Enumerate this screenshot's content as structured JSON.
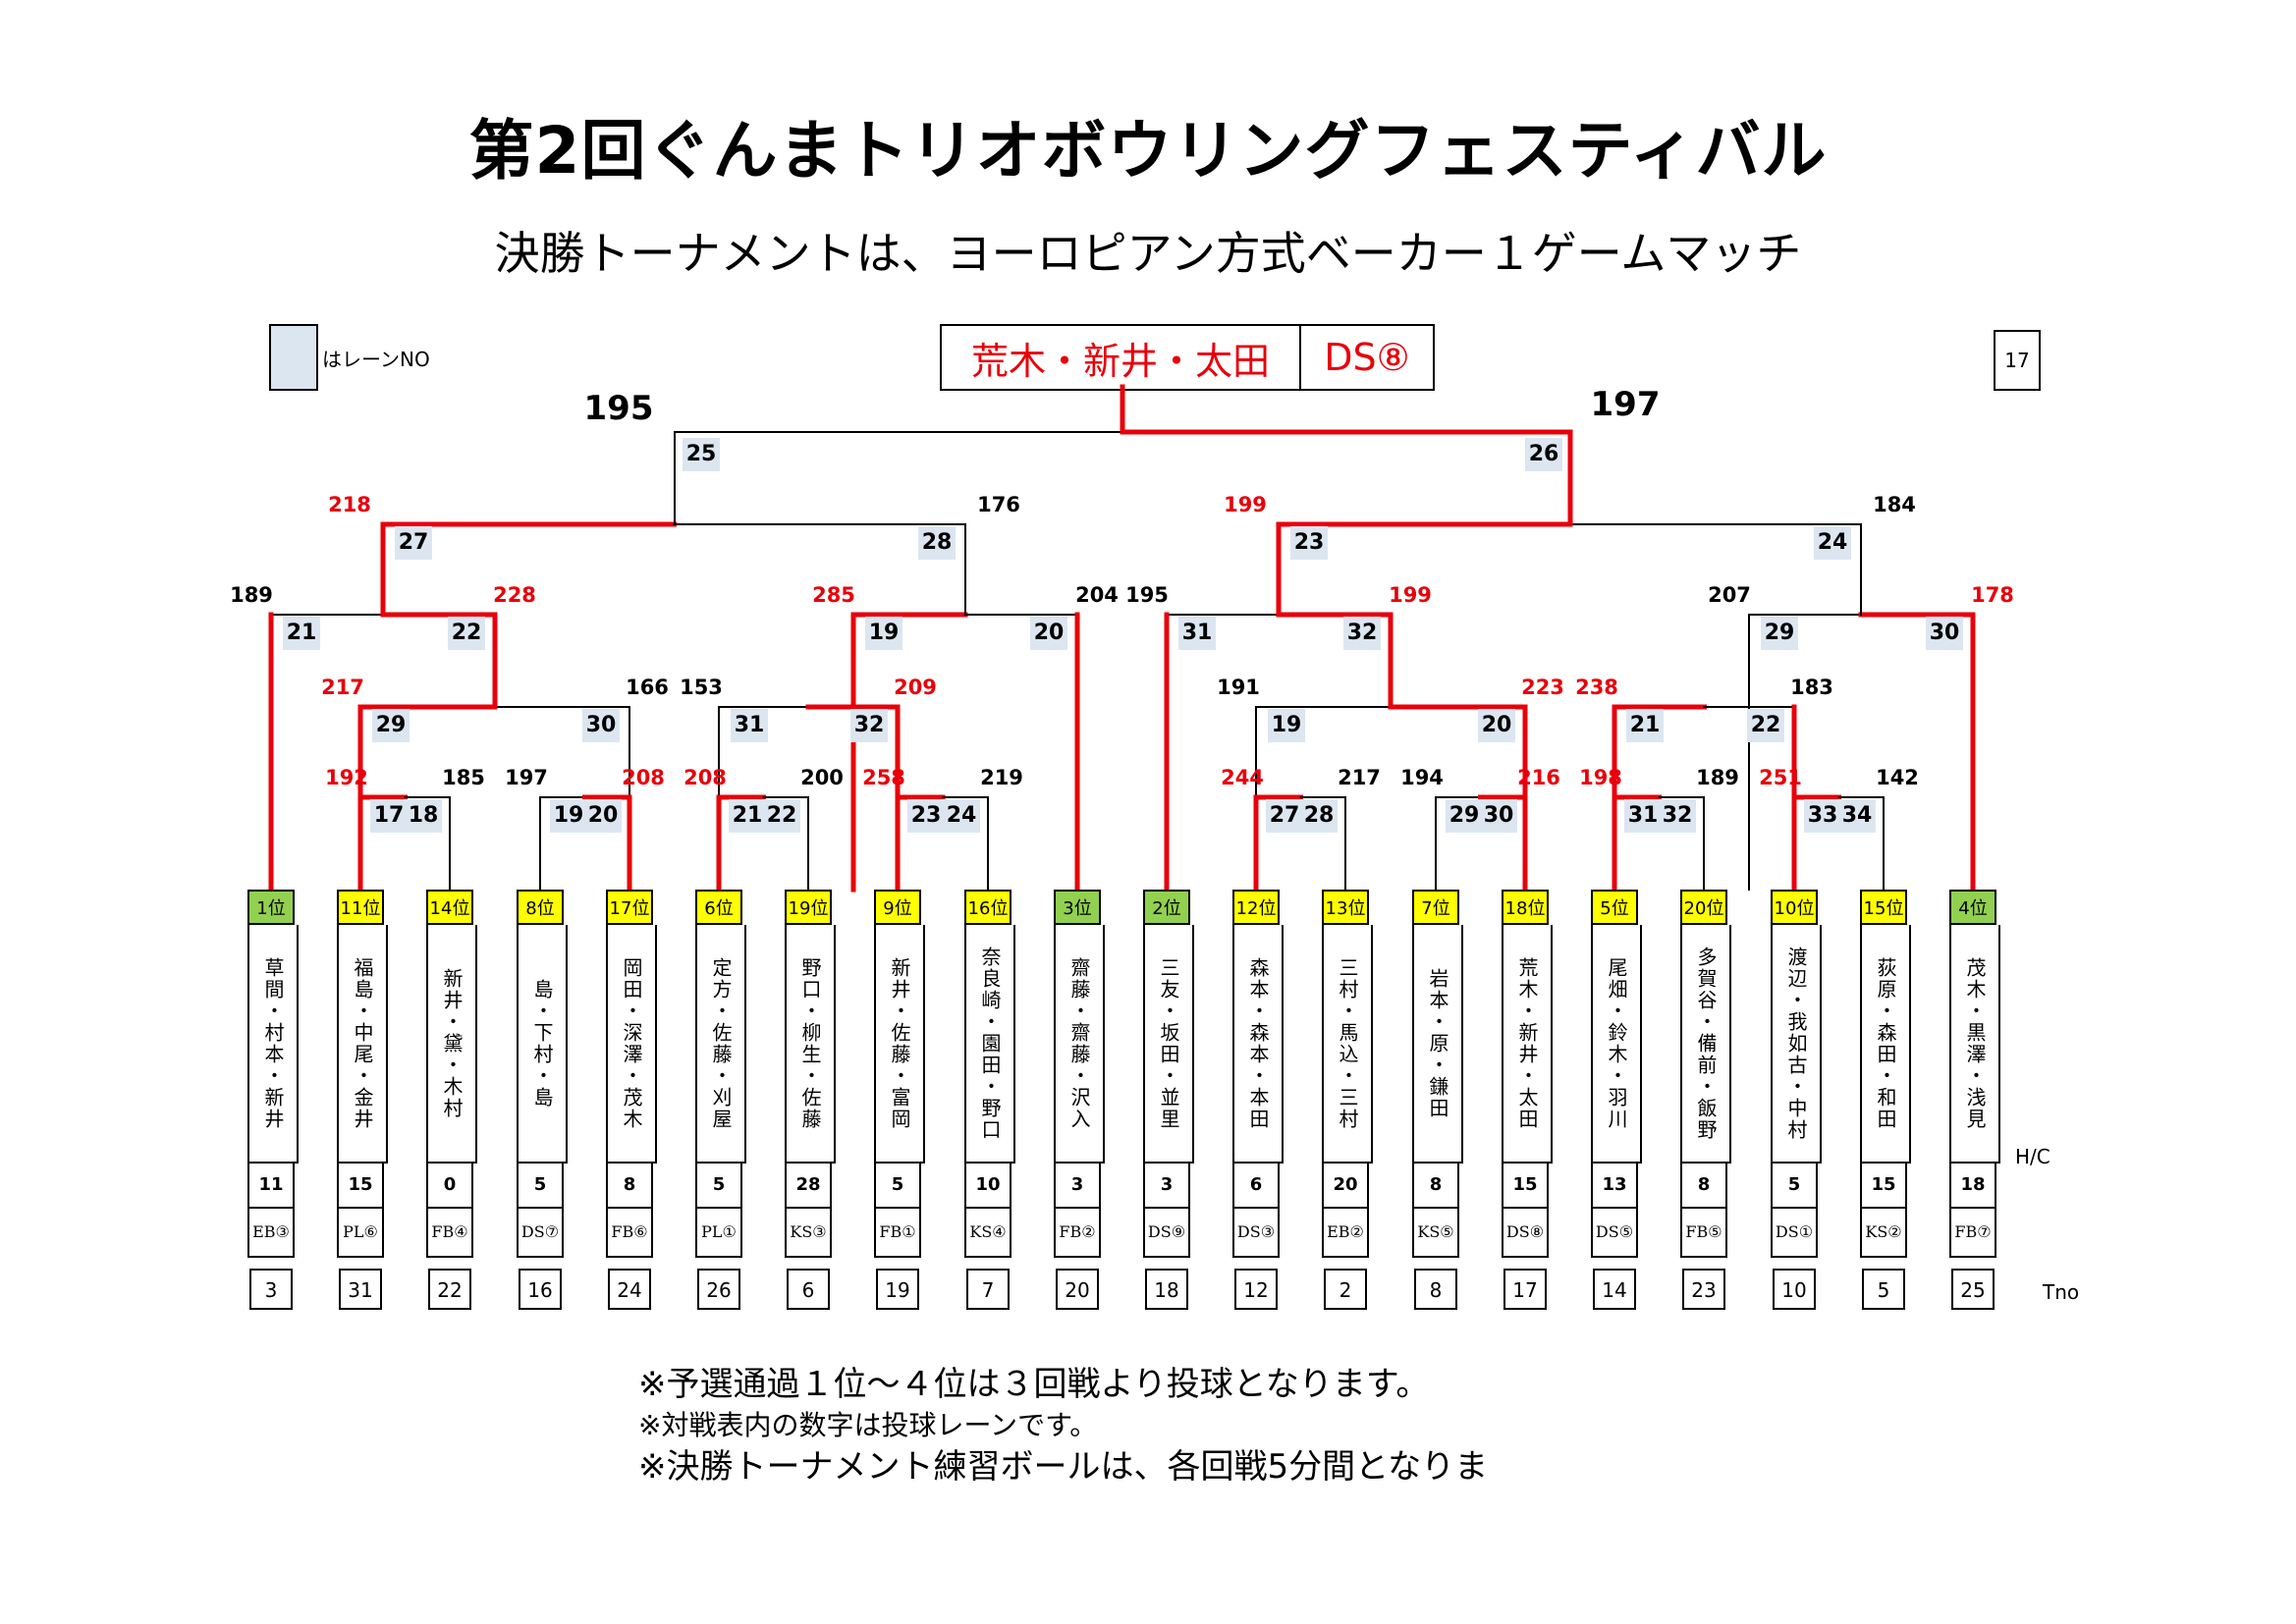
{
  "title": "第2回ぐんまトリオボウリングフェスティバル",
  "subtitle": "決勝トーナメントは、ヨーロピアン方式ベーカー１ゲームマッチ",
  "legend": {
    "text": "はレーンNO",
    "color": "#dce6f1"
  },
  "champion": {
    "names": "荒木・新井・太田",
    "team": "DS⑧",
    "lane_no": "17",
    "color": "#e8000a"
  },
  "labels": {
    "hc": "H/C",
    "tno": "Tno"
  },
  "players": [
    {
      "rank": "1位",
      "rank_color": "green",
      "names": "草間・村本・新井",
      "hc": "11",
      "team": "EB③",
      "tno": "3"
    },
    {
      "rank": "11位",
      "rank_color": "yellow",
      "names": "福島・中尾・金井",
      "hc": "15",
      "team": "PL⑥",
      "tno": "31"
    },
    {
      "rank": "14位",
      "rank_color": "yellow",
      "names": "新井・黛・木村",
      "hc": "0",
      "team": "FB④",
      "tno": "22"
    },
    {
      "rank": "8位",
      "rank_color": "yellow",
      "names": "島・下村・島",
      "hc": "5",
      "team": "DS⑦",
      "tno": "16"
    },
    {
      "rank": "17位",
      "rank_color": "yellow",
      "names": "岡田・深澤・茂木",
      "hc": "8",
      "team": "FB⑥",
      "tno": "24"
    },
    {
      "rank": "6位",
      "rank_color": "yellow",
      "names": "定方・佐藤・刈屋",
      "hc": "5",
      "team": "PL①",
      "tno": "26"
    },
    {
      "rank": "19位",
      "rank_color": "yellow",
      "names": "野口・柳生・佐藤",
      "hc": "28",
      "team": "KS③",
      "tno": "6"
    },
    {
      "rank": "9位",
      "rank_color": "yellow",
      "names": "新井・佐藤・富岡",
      "hc": "5",
      "team": "FB①",
      "tno": "19"
    },
    {
      "rank": "16位",
      "rank_color": "yellow",
      "names": "奈良崎・園田・野口",
      "hc": "10",
      "team": "KS④",
      "tno": "7"
    },
    {
      "rank": "3位",
      "rank_color": "green",
      "names": "齋藤・齋藤・沢入",
      "hc": "3",
      "team": "FB②",
      "tno": "20"
    },
    {
      "rank": "2位",
      "rank_color": "green",
      "names": "三友・坂田・並里",
      "hc": "3",
      "team": "DS⑨",
      "tno": "18"
    },
    {
      "rank": "12位",
      "rank_color": "yellow",
      "names": "森本・森本・本田",
      "hc": "6",
      "team": "DS③",
      "tno": "12"
    },
    {
      "rank": "13位",
      "rank_color": "yellow",
      "names": "三村・馬込・三村",
      "hc": "20",
      "team": "EB②",
      "tno": "2"
    },
    {
      "rank": "7位",
      "rank_color": "yellow",
      "names": "岩本・原・鎌田",
      "hc": "8",
      "team": "KS⑤",
      "tno": "8"
    },
    {
      "rank": "18位",
      "rank_color": "yellow",
      "names": "荒木・新井・太田",
      "hc": "15",
      "team": "DS⑧",
      "tno": "17"
    },
    {
      "rank": "5位",
      "rank_color": "yellow",
      "names": "尾畑・鈴木・羽川",
      "hc": "13",
      "team": "DS⑤",
      "tno": "14"
    },
    {
      "rank": "20位",
      "rank_color": "yellow",
      "names": "多賀谷・備前・飯野",
      "hc": "8",
      "team": "FB⑤",
      "tno": "23"
    },
    {
      "rank": "10位",
      "rank_color": "yellow",
      "names": "渡辺・我如古・中村",
      "hc": "5",
      "team": "DS①",
      "tno": "10"
    },
    {
      "rank": "15位",
      "rank_color": "yellow",
      "names": "荻原・森田・和田",
      "hc": "15",
      "team": "KS②",
      "tno": "5"
    },
    {
      "rank": "4位",
      "rank_color": "green",
      "names": "茂木・黒澤・浅見",
      "hc": "18",
      "team": "FB⑦",
      "tno": "25"
    }
  ],
  "lanes": {
    "r1": [
      "17",
      "18",
      "19",
      "20",
      "21",
      "22",
      "23",
      "24",
      "27",
      "28",
      "29",
      "30",
      "31",
      "32",
      "33",
      "34"
    ],
    "r2": [
      "29",
      "30",
      "31",
      "32",
      "19",
      "20",
      "21",
      "22"
    ],
    "r3": [
      "21",
      "22",
      "19",
      "20",
      "31",
      "32",
      "29",
      "30"
    ],
    "r4": [
      "27",
      "28",
      "23",
      "24"
    ],
    "sf": [
      "25",
      "26"
    ]
  },
  "scores": {
    "r1": [
      "192",
      "185",
      "197",
      "208",
      "208",
      "200",
      "258",
      "219",
      "244",
      "217",
      "194",
      "216",
      "198",
      "189",
      "251",
      "142"
    ],
    "r2": [
      "217",
      "166",
      "153",
      "209",
      "191",
      "223",
      "238",
      "183"
    ],
    "r3": [
      "189",
      "228",
      "285",
      "204",
      "195",
      "199",
      "207",
      "178"
    ],
    "r4": [
      "218",
      "176",
      "199",
      "184"
    ],
    "sf": [
      "195",
      "197"
    ]
  },
  "notes": [
    "※予選通過１位～４位は３回戦より投球となります。",
    "※対戦表内の数字は投球レーンです。",
    "※決勝トーナメント練習ボールは、各回戦5分間となりま"
  ]
}
